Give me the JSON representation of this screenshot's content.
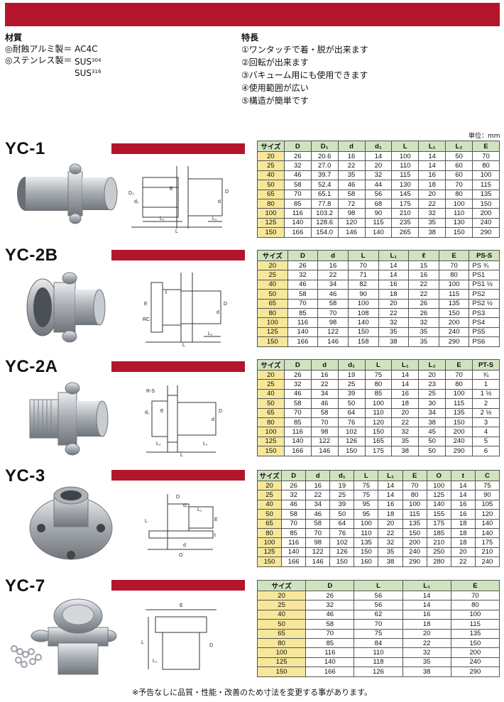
{
  "materials": {
    "heading": "材質",
    "line1": "◎耐蝕アルミ製＝ AC4C",
    "line2": "◎ステンレス製＝",
    "sus1": "SUS",
    "sus1_sup": "304",
    "sus2": "SUS",
    "sus2_sup": "316"
  },
  "features": {
    "heading": "特長",
    "items": [
      "①ワンタッチで着・脱が出来ます",
      "②回転が出来ます",
      "③バキューム用にも使用できます",
      "④使用範囲が広い",
      "⑤構造が簡単です"
    ]
  },
  "unit_label": "単位：mm",
  "footnote": "※予告なしに品質・性能・改善のため寸法を変更する事があります。",
  "colors": {
    "brand_red": "#b3162c",
    "header_green": "#cfe3bf",
    "size_yellow": "#f6e79a"
  },
  "products": [
    {
      "model": "YC-1",
      "headers": [
        "サイズ",
        "D",
        "D₁",
        "d",
        "d₁",
        "L",
        "L₁",
        "L₂",
        "E"
      ],
      "rows": [
        [
          "20",
          "26",
          "20.6",
          "16",
          "14",
          "100",
          "14",
          "50",
          "70"
        ],
        [
          "25",
          "32",
          "27.0",
          "22",
          "20",
          "110",
          "14",
          "60",
          "80"
        ],
        [
          "40",
          "46",
          "39.7",
          "35",
          "32",
          "115",
          "16",
          "60",
          "100"
        ],
        [
          "50",
          "58",
          "52.4",
          "46",
          "44",
          "130",
          "18",
          "70",
          "115"
        ],
        [
          "65",
          "70",
          "65.1",
          "58",
          "56",
          "145",
          "20",
          "80",
          "135"
        ],
        [
          "80",
          "85",
          "77.8",
          "72",
          "68",
          "175",
          "22",
          "100",
          "150"
        ],
        [
          "100",
          "116",
          "103.2",
          "98",
          "90",
          "210",
          "32",
          "110",
          "200"
        ],
        [
          "125",
          "140",
          "128.6",
          "120",
          "115",
          "235",
          "35",
          "130",
          "240"
        ],
        [
          "150",
          "166",
          "154.0",
          "146",
          "140",
          "265",
          "38",
          "150",
          "290"
        ]
      ]
    },
    {
      "model": "YC-2B",
      "headers": [
        "サイズ",
        "D",
        "d",
        "L",
        "L₁",
        "ℓ",
        "E",
        "PS-S"
      ],
      "rows": [
        [
          "20",
          "26",
          "16",
          "70",
          "14",
          "15",
          "70",
          "PS ¾"
        ],
        [
          "25",
          "32",
          "22",
          "71",
          "14",
          "16",
          "80",
          "PS1"
        ],
        [
          "40",
          "46",
          "34",
          "82",
          "16",
          "22",
          "100",
          "PS1 ½"
        ],
        [
          "50",
          "58",
          "46",
          "90",
          "18",
          "22",
          "115",
          "PS2"
        ],
        [
          "65",
          "70",
          "58",
          "100",
          "20",
          "26",
          "135",
          "PS2 ½"
        ],
        [
          "80",
          "85",
          "70",
          "108",
          "22",
          "26",
          "150",
          "PS3"
        ],
        [
          "100",
          "116",
          "98",
          "140",
          "32",
          "32",
          "200",
          "PS4"
        ],
        [
          "125",
          "140",
          "122",
          "150",
          "35",
          "35",
          "240",
          "PS5"
        ],
        [
          "150",
          "166",
          "146",
          "158",
          "38",
          "35",
          "290",
          "PS6"
        ]
      ]
    },
    {
      "model": "YC-2A",
      "headers": [
        "サイズ",
        "D",
        "d",
        "d₁",
        "L",
        "L₁",
        "L₂",
        "E",
        "PT-S"
      ],
      "rows": [
        [
          "20",
          "26",
          "16",
          "19",
          "75",
          "14",
          "20",
          "70",
          "¾"
        ],
        [
          "25",
          "32",
          "22",
          "25",
          "80",
          "14",
          "23",
          "80",
          "1"
        ],
        [
          "40",
          "46",
          "34",
          "39",
          "85",
          "16",
          "25",
          "100",
          "1 ½"
        ],
        [
          "50",
          "58",
          "46",
          "50",
          "100",
          "18",
          "30",
          "115",
          "2"
        ],
        [
          "65",
          "70",
          "58",
          "64",
          "110",
          "20",
          "34",
          "135",
          "2 ½"
        ],
        [
          "80",
          "85",
          "70",
          "76",
          "120",
          "22",
          "38",
          "150",
          "3"
        ],
        [
          "100",
          "116",
          "98",
          "102",
          "150",
          "32",
          "45",
          "200",
          "4"
        ],
        [
          "125",
          "140",
          "122",
          "126",
          "165",
          "35",
          "50",
          "240",
          "5"
        ],
        [
          "150",
          "166",
          "146",
          "150",
          "175",
          "38",
          "50",
          "290",
          "6"
        ]
      ]
    },
    {
      "model": "YC-3",
      "headers": [
        "サイズ",
        "D",
        "d",
        "d₁",
        "L",
        "L₁",
        "E",
        "O",
        "t",
        "C"
      ],
      "rows": [
        [
          "20",
          "26",
          "16",
          "19",
          "75",
          "14",
          "70",
          "100",
          "14",
          "75"
        ],
        [
          "25",
          "32",
          "22",
          "25",
          "75",
          "14",
          "80",
          "125",
          "14",
          "90"
        ],
        [
          "40",
          "46",
          "34",
          "39",
          "95",
          "16",
          "100",
          "140",
          "16",
          "105"
        ],
        [
          "50",
          "58",
          "46",
          "50",
          "95",
          "18",
          "115",
          "155",
          "16",
          "120"
        ],
        [
          "65",
          "70",
          "58",
          "64",
          "100",
          "20",
          "135",
          "175",
          "18",
          "140"
        ],
        [
          "80",
          "85",
          "70",
          "76",
          "110",
          "22",
          "150",
          "185",
          "18",
          "140"
        ],
        [
          "100",
          "116",
          "98",
          "102",
          "135",
          "32",
          "200",
          "210",
          "18",
          "175"
        ],
        [
          "125",
          "140",
          "122",
          "126",
          "150",
          "35",
          "240",
          "250",
          "20",
          "210"
        ],
        [
          "150",
          "166",
          "146",
          "150",
          "160",
          "38",
          "290",
          "280",
          "22",
          "240"
        ]
      ]
    },
    {
      "model": "YC-7",
      "headers": [
        "サイズ",
        "D",
        "L",
        "L₁",
        "E"
      ],
      "rows": [
        [
          "20",
          "26",
          "56",
          "14",
          "70"
        ],
        [
          "25",
          "32",
          "56",
          "14",
          "80"
        ],
        [
          "40",
          "46",
          "62",
          "16",
          "100"
        ],
        [
          "50",
          "58",
          "70",
          "18",
          "115"
        ],
        [
          "65",
          "70",
          "75",
          "20",
          "135"
        ],
        [
          "80",
          "85",
          "84",
          "22",
          "150"
        ],
        [
          "100",
          "116",
          "110",
          "32",
          "200"
        ],
        [
          "125",
          "140",
          "118",
          "35",
          "240"
        ],
        [
          "150",
          "166",
          "126",
          "38",
          "290"
        ]
      ]
    }
  ],
  "diagram_labels": {
    "yc1": [
      "D₁",
      "d₁",
      "E",
      "D",
      "d",
      "L₂",
      "L₁",
      "L"
    ],
    "yc2b": [
      "E",
      "ℓ",
      "D",
      "d",
      "RC",
      "L₁",
      "L"
    ],
    "yc2a": [
      "R-S",
      "d₁",
      "E",
      "D",
      "d",
      "L₂",
      "L₁",
      "L"
    ],
    "yc3": [
      "D",
      "d₁",
      "L₁",
      "E",
      "O",
      "L",
      "d",
      "t"
    ],
    "yc7": [
      "E",
      "D",
      "L",
      "L₁"
    ]
  }
}
